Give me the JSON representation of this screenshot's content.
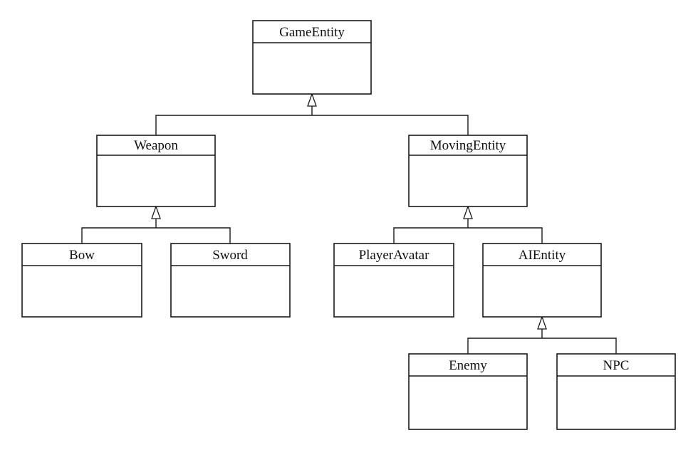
{
  "diagram": {
    "classes": [
      {
        "id": "game-entity",
        "name": "GameEntity"
      },
      {
        "id": "weapon",
        "name": "Weapon"
      },
      {
        "id": "moving-entity",
        "name": "MovingEntity"
      },
      {
        "id": "bow",
        "name": "Bow"
      },
      {
        "id": "sword",
        "name": "Sword"
      },
      {
        "id": "player-avatar",
        "name": "PlayerAvatar"
      },
      {
        "id": "ai-entity",
        "name": "AIEntity"
      },
      {
        "id": "enemy",
        "name": "Enemy"
      },
      {
        "id": "npc",
        "name": "NPC"
      }
    ],
    "inheritance": [
      {
        "parent": "game-entity",
        "children": [
          "weapon",
          "moving-entity"
        ]
      },
      {
        "parent": "weapon",
        "children": [
          "bow",
          "sword"
        ]
      },
      {
        "parent": "moving-entity",
        "children": [
          "player-avatar",
          "ai-entity"
        ]
      },
      {
        "parent": "ai-entity",
        "children": [
          "enemy",
          "npc"
        ]
      }
    ]
  }
}
